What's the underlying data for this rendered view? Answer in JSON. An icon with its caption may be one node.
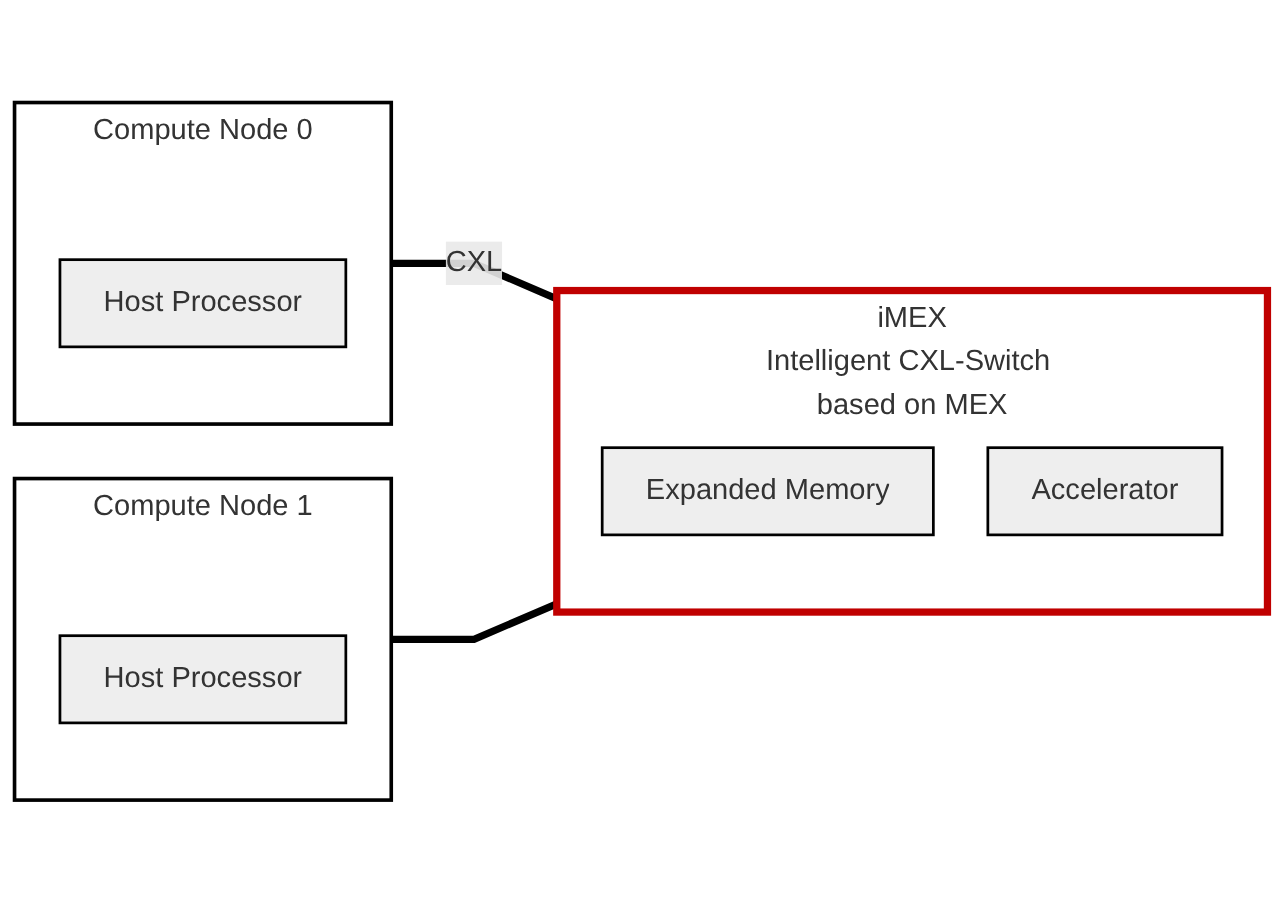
{
  "diagram": {
    "nodes": [
      {
        "text": [
          "Compute Node 0"
        ]
      },
      {
        "text": [
          "Host Processor"
        ],
        "in": 0
      },
      {
        "text": [
          "Compute Node 1"
        ]
      },
      {
        "text": [
          "Host Processor"
        ],
        "in": 2
      },
      {
        "text": [
          "iMEX",
          "Intelligent CXL-Switch based on MEX"
        ]
      },
      {
        "text": [
          "Expanded Memory"
        ],
        "in": 4
      },
      {
        "text": [
          "Accelerator"
        ],
        "in": 4
      }
    ],
    "edges": [
      {
        "from": 0,
        "to": 4,
        "arrow": "none",
        "label": "CXL"
      },
      {
        "from": 2,
        "to": 4,
        "arrow": "none"
      }
    ]
  }
}
